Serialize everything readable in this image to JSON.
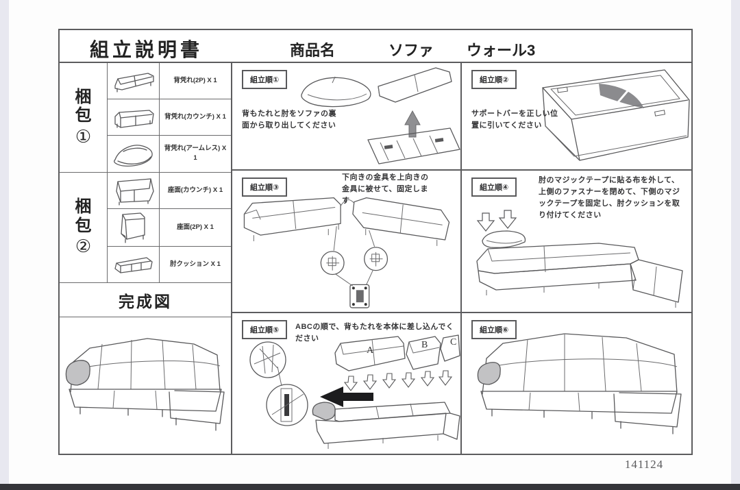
{
  "header": {
    "title": "組立説明書",
    "product_label": "商品名",
    "product_type": "ソファ",
    "product_name": "ウォール3"
  },
  "packages": [
    {
      "label": "梱包",
      "number": "①",
      "parts": [
        {
          "name": "背凭れ(2P) X 1",
          "icon": "backrest-2p-part-icon"
        },
        {
          "name": "背凭れ(カウンチ) X 1",
          "icon": "backrest-couch-part-icon"
        },
        {
          "name": "背凭れ(アームレス) X 1",
          "icon": "backrest-armless-part-icon"
        }
      ]
    },
    {
      "label": "梱包",
      "number": "②",
      "parts": [
        {
          "name": "座面(カウンチ) X 1",
          "icon": "seat-couch-part-icon"
        },
        {
          "name": "座面(2P) X 1",
          "icon": "seat-2p-part-icon"
        },
        {
          "name": "肘クッション X 1",
          "icon": "elbow-cushion-part-icon"
        }
      ]
    }
  ],
  "finished_view_label": "完成図",
  "steps": [
    {
      "label": "組立順①",
      "text": "背もたれと肘をソファの裏面から取り出してください",
      "illustration": "unpack-backrest-illustration"
    },
    {
      "label": "組立順②",
      "text": "サポートバーを正しい位置に引いてください",
      "illustration": "support-bar-frame-illustration"
    },
    {
      "label": "組立順③",
      "text": "下向きの金具を上向きの金具に被せて、固定します",
      "illustration": "join-brackets-illustration"
    },
    {
      "label": "組立順④",
      "text": "肘のマジックテープに貼る布を外して、上側のファスナーを閉めて、下側のマジックテープを固定し、肘クッションを取り付けてください",
      "illustration": "attach-elbow-cushion-illustration"
    },
    {
      "label": "組立順⑤",
      "text": "ABCの順で、背もたれを本体に差し込んでください",
      "illustration": "insert-backrests-illustration",
      "markers": [
        "A",
        "B",
        "C"
      ]
    },
    {
      "label": "組立順⑥",
      "text": "",
      "illustration": "completed-sofa-illustration"
    }
  ],
  "footer": {
    "code": "141124"
  },
  "colors": {
    "line": "#58585a",
    "edge_strip": "#e8e8f0",
    "bottom_bar": "#35353a",
    "text": "#343436"
  }
}
